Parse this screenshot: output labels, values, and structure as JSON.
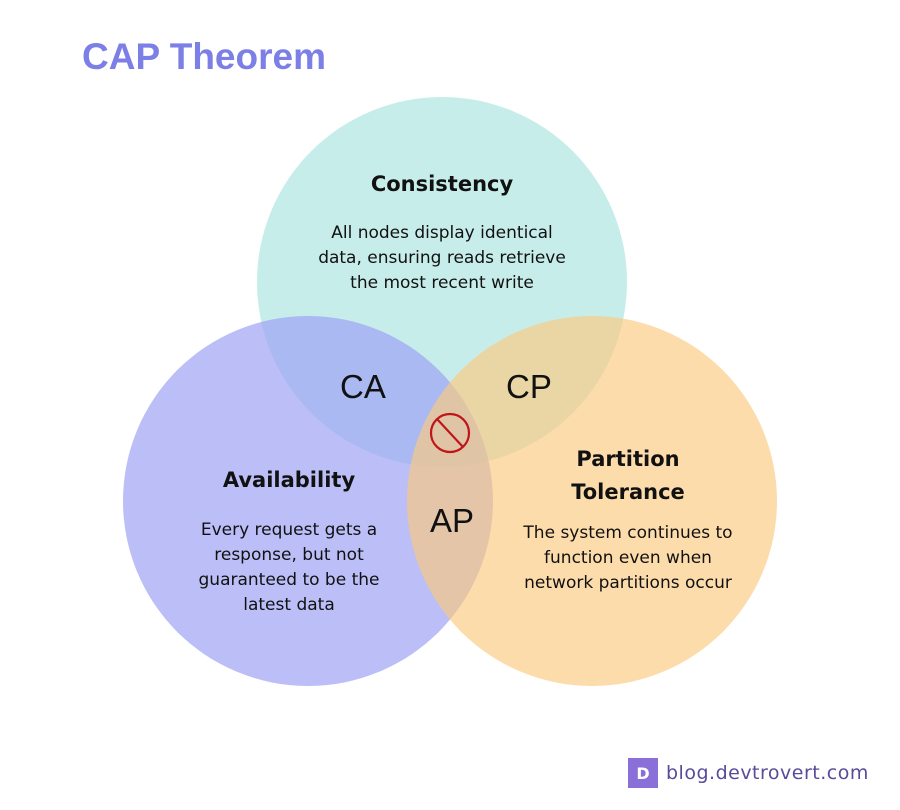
{
  "title": "CAP Theorem",
  "colors": {
    "consistency": "#bdeae7",
    "availability": "#aeb2f6",
    "partition": "#fdd59a",
    "title": "#7b7fe6"
  },
  "consistency": {
    "heading": "Consistency",
    "description": "All nodes display identical data, ensuring reads retrieve the most recent write"
  },
  "availability": {
    "heading": "Availability",
    "description": "Every request gets a response, but not guaranteed to be the latest data"
  },
  "partition": {
    "heading": "Partition Tolerance",
    "description": "The system continues to function even when network partitions occur"
  },
  "overlaps": {
    "ca": "CA",
    "cp": "CP",
    "ap": "AP"
  },
  "center_icon": "prohibited-icon",
  "footer": {
    "logo_text": "D",
    "site": "blog.devtrovert.com"
  }
}
